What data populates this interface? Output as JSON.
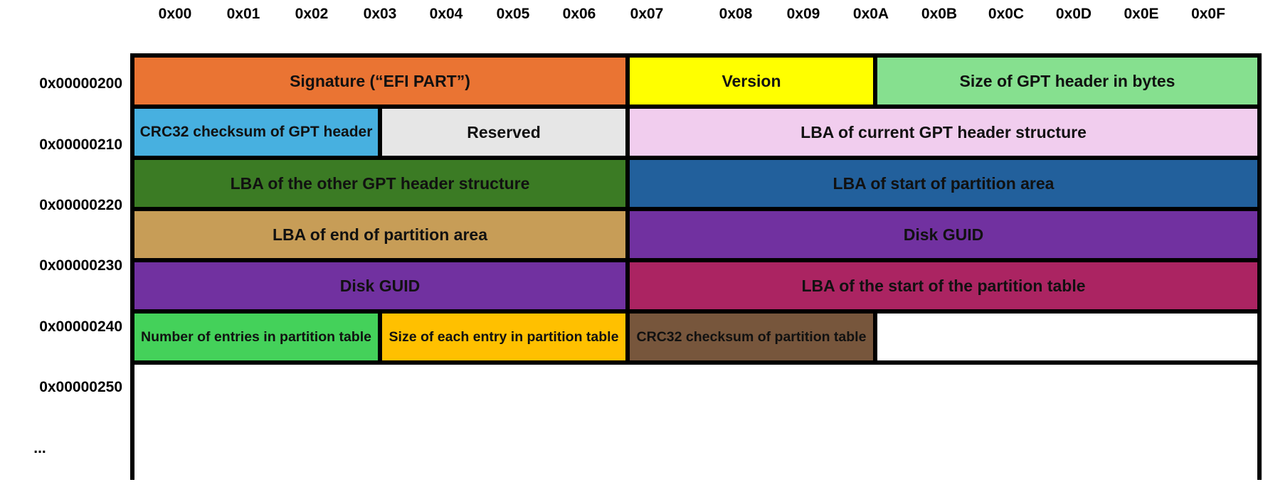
{
  "column_headers": [
    "0x00",
    "0x01",
    "0x02",
    "0x03",
    "0x04",
    "0x05",
    "0x06",
    "0x07",
    "0x08",
    "0x09",
    "0x0A",
    "0x0B",
    "0x0C",
    "0x0D",
    "0x0E",
    "0x0F"
  ],
  "row_headers": [
    "0x00000200",
    "0x00000210",
    "0x00000220",
    "0x00000230",
    "0x00000240",
    "0x00000250",
    "..."
  ],
  "fields": {
    "signature": {
      "label": "Signature (“EFI PART”)",
      "color": "#ea7433"
    },
    "version": {
      "label": "Version",
      "color": "#ffff00"
    },
    "header_size": {
      "label": "Size of GPT header in bytes",
      "color": "#86e08f"
    },
    "header_crc32": {
      "label": "CRC32 checksum of GPT header",
      "color": "#47b0e0"
    },
    "reserved": {
      "label": "Reserved",
      "color": "#e6e6e6"
    },
    "current_lba": {
      "label": "LBA of current GPT header structure",
      "color": "#f1cdee"
    },
    "other_lba": {
      "label": "LBA of the other GPT header structure",
      "color": "#3b7b24"
    },
    "part_start_lba": {
      "label": "LBA of start of partition area",
      "color": "#22609c"
    },
    "part_end_lba": {
      "label": "LBA of end of partition area",
      "color": "#c79d57"
    },
    "disk_guid_a": {
      "label": "Disk GUID",
      "color": "#7131a0"
    },
    "disk_guid_b": {
      "label": "Disk GUID",
      "color": "#7131a0"
    },
    "table_start_lba": {
      "label": "LBA of the start of the partition table",
      "color": "#ab2462"
    },
    "num_entries": {
      "label": "Number of entries in partition table",
      "color": "#44d15a"
    },
    "entry_size": {
      "label": "Size of each entry in partition table",
      "color": "#ffc000"
    },
    "table_crc32": {
      "label": "CRC32 checksum of partition table",
      "color": "#77563c"
    },
    "empty_row250": {
      "label": "",
      "color": "#ffffff"
    },
    "empty_more": {
      "label": "",
      "color": "#ffffff"
    }
  }
}
